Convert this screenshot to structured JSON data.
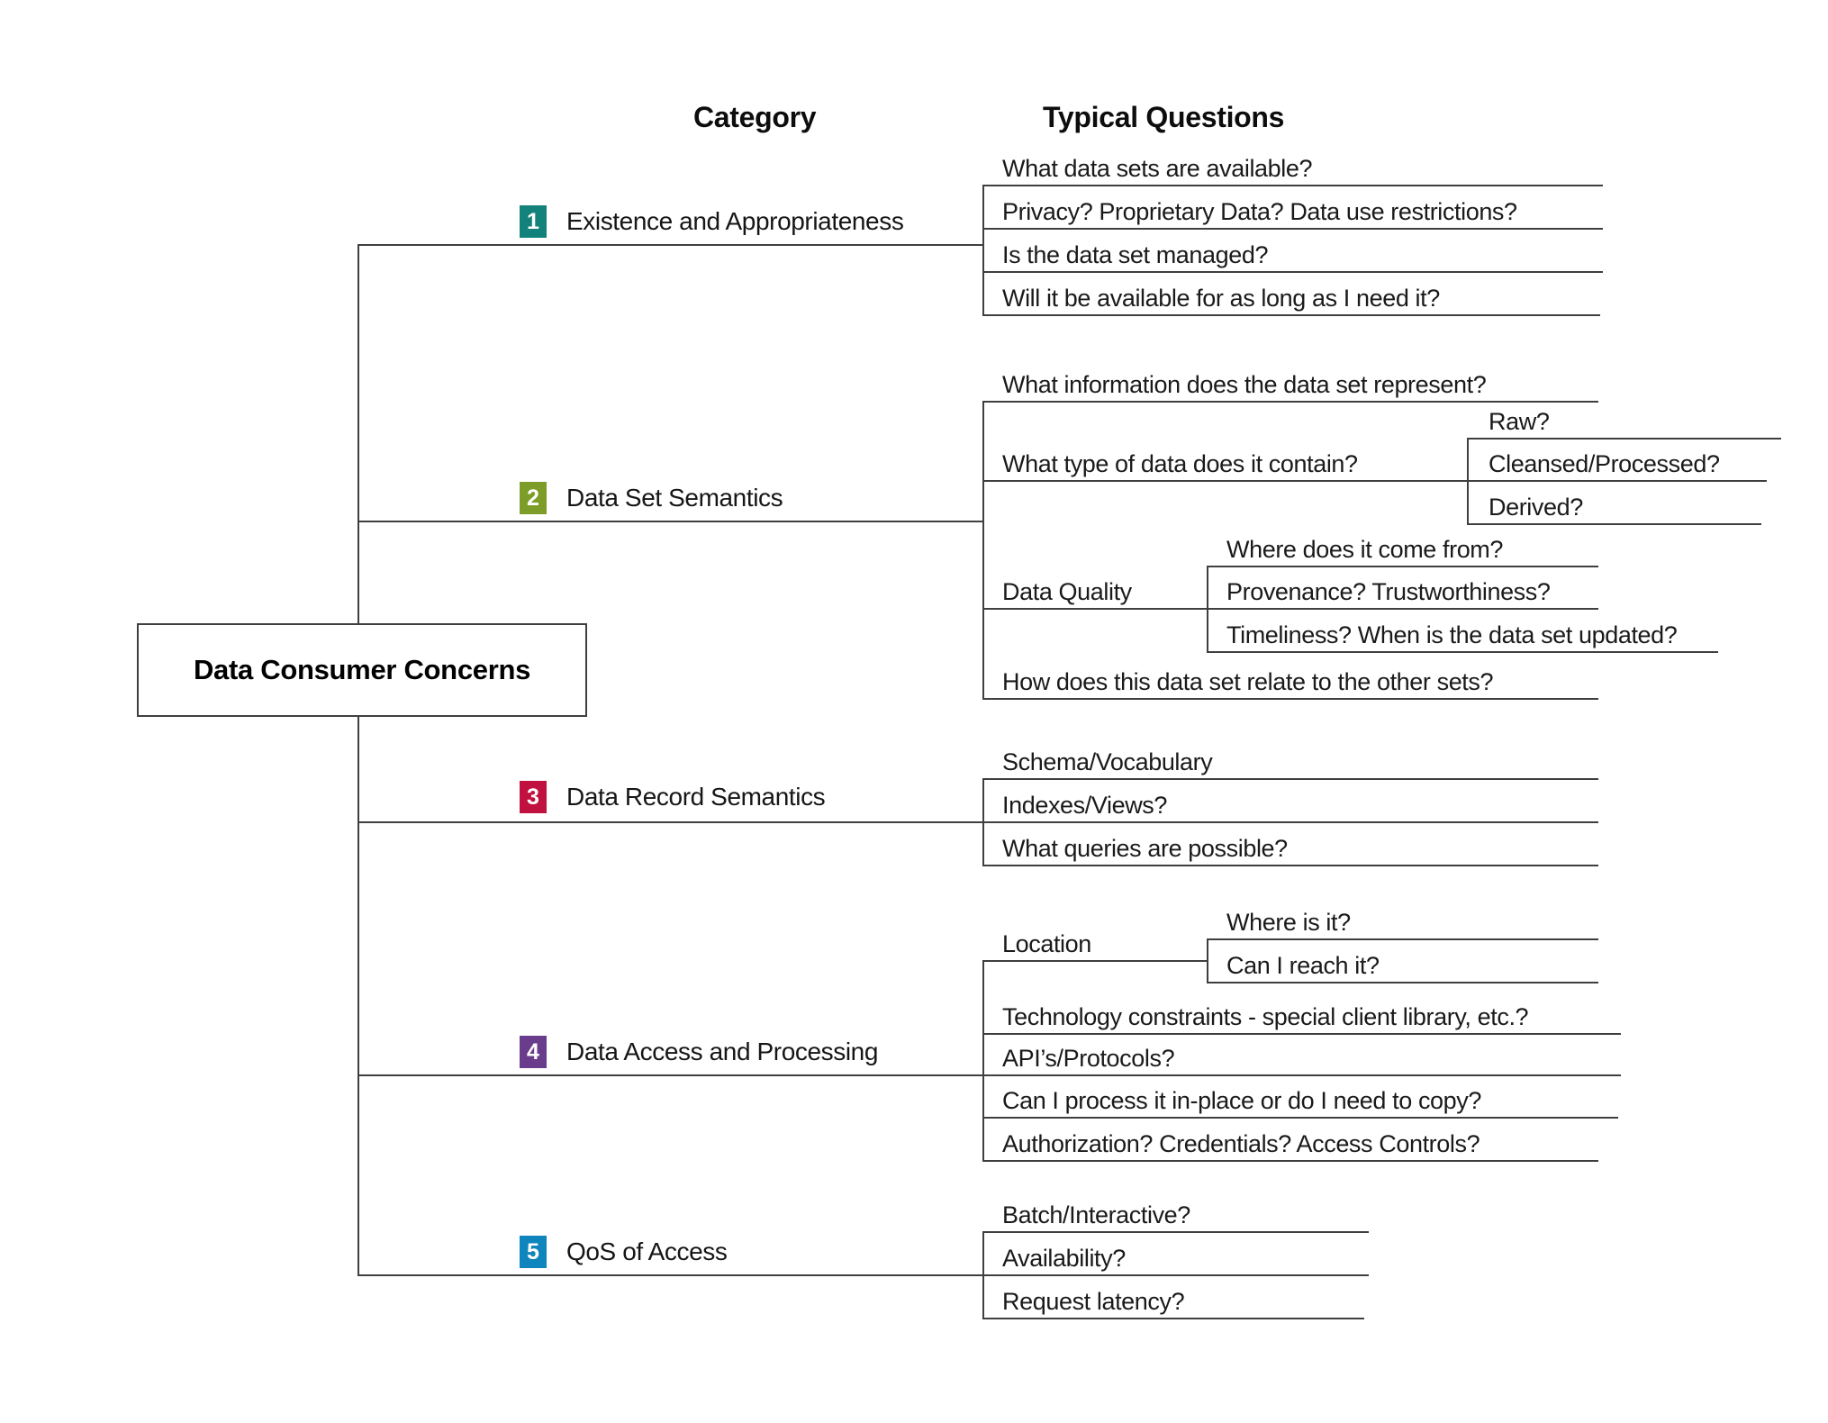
{
  "headers": {
    "category": "Category",
    "typical_questions": "Typical Questions"
  },
  "root": {
    "label": "Data Consumer Concerns"
  },
  "line_color": "#3f3f3f",
  "categories": [
    {
      "number": "1",
      "label": "Existence and Appropriateness",
      "color": "#12827B",
      "questions": [
        {
          "text": "What data sets are available?"
        },
        {
          "text": "Privacy? Proprietary Data? Data use restrictions?"
        },
        {
          "text": "Is the data set managed?"
        },
        {
          "text": "Will it be available for as long as I need it?"
        }
      ]
    },
    {
      "number": "2",
      "label": "Data Set Semantics",
      "color": "#7E9D28",
      "questions": [
        {
          "text": "What information does the data set represent?"
        },
        {
          "text": "What type of  data does it contain?",
          "children": [
            "Raw?",
            "Cleansed/Processed?",
            "Derived?"
          ]
        },
        {
          "text": "Data Quality",
          "children": [
            "Where does it come from?",
            "Provenance? Trustworthiness?",
            "Timeliness? When is the data set updated?"
          ]
        },
        {
          "text": "How does this data set relate to the other sets?"
        }
      ]
    },
    {
      "number": "3",
      "label": "Data Record Semantics",
      "color": "#C1123F",
      "questions": [
        {
          "text": "Schema/Vocabulary"
        },
        {
          "text": "Indexes/Views?"
        },
        {
          "text": "What queries are possible?"
        }
      ]
    },
    {
      "number": "4",
      "label": "Data Access and Processing",
      "color": "#6A3C8C",
      "questions": [
        {
          "text": "Location",
          "children": [
            "Where is it?",
            "Can I reach it?"
          ]
        },
        {
          "text": "Technology constraints - special client library, etc.?"
        },
        {
          "text": "API’s/Protocols?"
        },
        {
          "text": "Can I process it in-place or do I need to copy?"
        },
        {
          "text": "Authorization? Credentials? Access Controls?"
        }
      ]
    },
    {
      "number": "5",
      "label": "QoS of Access",
      "color": "#0E86BD",
      "questions": [
        {
          "text": "Batch/Interactive?"
        },
        {
          "text": "Availability?"
        },
        {
          "text": "Request latency?"
        }
      ]
    }
  ]
}
